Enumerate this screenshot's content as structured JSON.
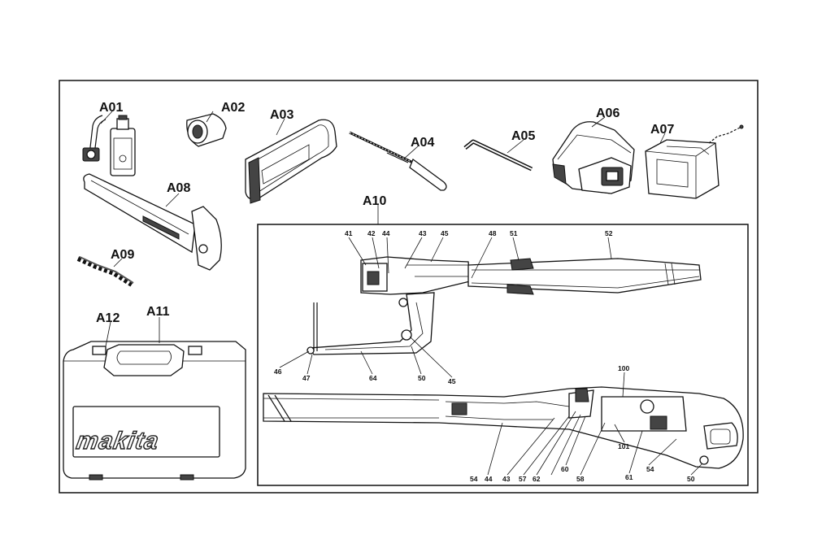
{
  "labels": {
    "A01": "A01",
    "A02": "A02",
    "A03": "A03",
    "A04": "A04",
    "A05": "A05",
    "A06": "A06",
    "A07": "A07",
    "A08": "A08",
    "A09": "A09",
    "A10": "A10",
    "A11": "A11",
    "A12": "A12"
  },
  "top_callouts": [
    "41",
    "42",
    "44",
    "43",
    "45",
    "48",
    "51",
    "52"
  ],
  "left_callouts": [
    "46",
    "47",
    "64",
    "50",
    "45"
  ],
  "bottom_callouts": [
    "100",
    "101",
    "54",
    "44",
    "43",
    "57",
    "62",
    "60",
    "58",
    "61",
    "54",
    "50"
  ],
  "case_logo": "makita"
}
